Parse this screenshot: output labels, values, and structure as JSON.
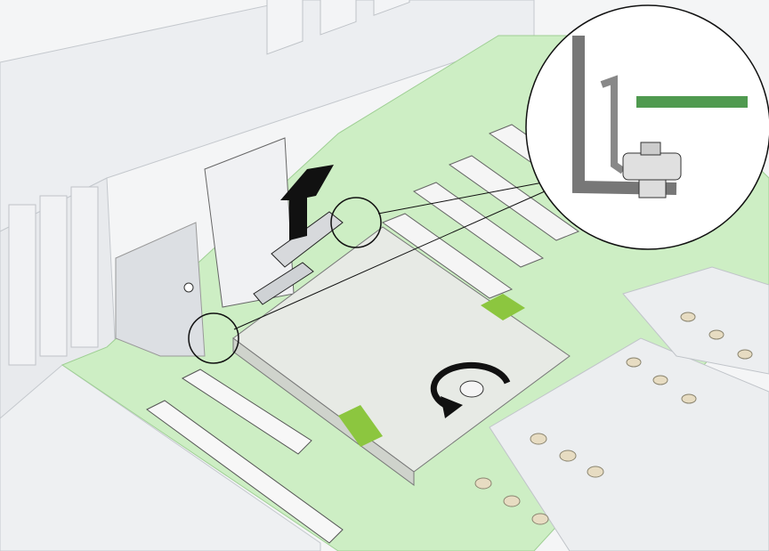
{
  "colors": {
    "background": "#f4f5f6",
    "chassis": "#e9ebee",
    "chassis_line": "#b9bdc3",
    "motherboard": "#cdeec4",
    "motherboard_dark": "#a9dc9c",
    "card": "#e6e9e4",
    "card_line": "#7d827c",
    "pad": "#8cc63f",
    "callout_pcb": "#4f9a4f",
    "arrow": "#111111",
    "standoff": "#e7dcc2"
  },
  "diagram": {
    "callouts": 3,
    "arrows": [
      "lift-up-arrow",
      "rotate-screw-arrow"
    ]
  }
}
